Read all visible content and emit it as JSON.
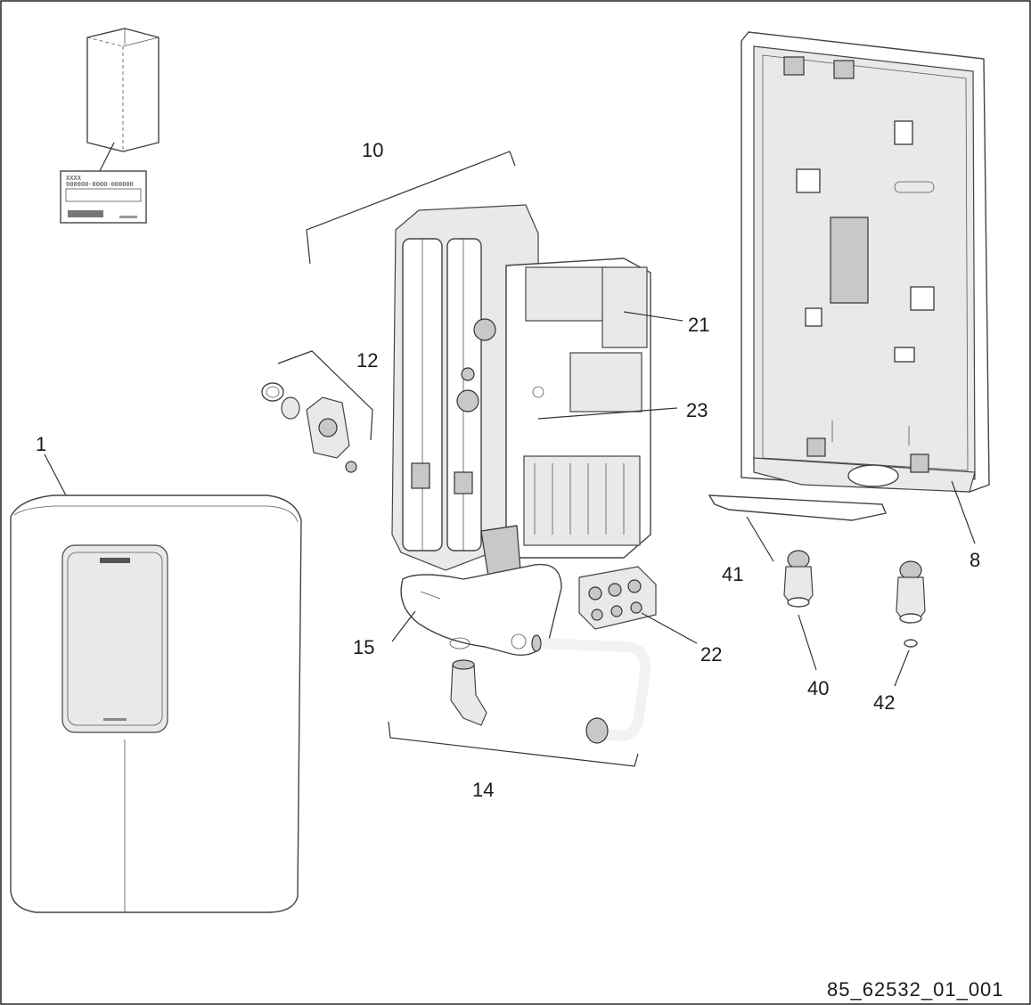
{
  "labels": {
    "p1": "1",
    "p8": "8",
    "p10": "10",
    "p12": "12",
    "p14": "14",
    "p15": "15",
    "p21": "21",
    "p22": "22",
    "p23": "23",
    "p40": "40",
    "p41": "41",
    "p42": "42"
  },
  "doc_number": "85_62532_01_001",
  "rating_plate": {
    "line1": "XXXX",
    "line2": "000000-0000-000000"
  }
}
